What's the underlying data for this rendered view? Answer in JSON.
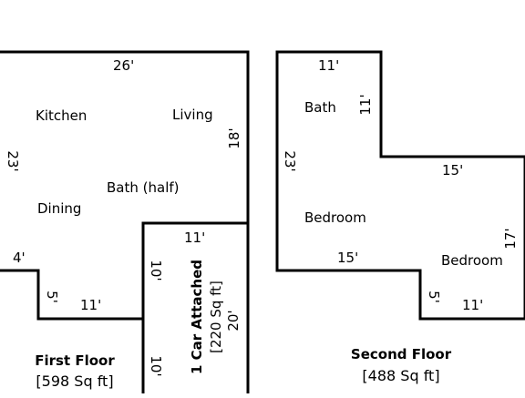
{
  "first_floor": {
    "title": "First Floor",
    "area": "[598 Sq ft]",
    "rooms": {
      "kitchen": "Kitchen",
      "living": "Living",
      "bath_half": "Bath (half)",
      "dining": "Dining"
    },
    "dimensions": {
      "top": "26'",
      "left": "23'",
      "right": "18'",
      "step_left": "4'",
      "step_down": "5'",
      "bottom": "11'"
    }
  },
  "garage": {
    "title": "1 Car Attached",
    "area": "[220 Sq ft]",
    "dimensions": {
      "top": "11'",
      "left_upper": "10'",
      "left_lower": "10'",
      "right": "20'"
    }
  },
  "second_floor": {
    "title": "Second Floor",
    "area": "[488 Sq ft]",
    "rooms": {
      "bath": "Bath",
      "bedroom_left": "Bedroom",
      "bedroom_right": "Bedroom"
    },
    "dimensions": {
      "top": "11'",
      "bath_right": "11'",
      "left": "23'",
      "middle": "15'",
      "right": "17'",
      "lower_step": "15'",
      "step_down": "5'",
      "bottom": "11'"
    }
  }
}
